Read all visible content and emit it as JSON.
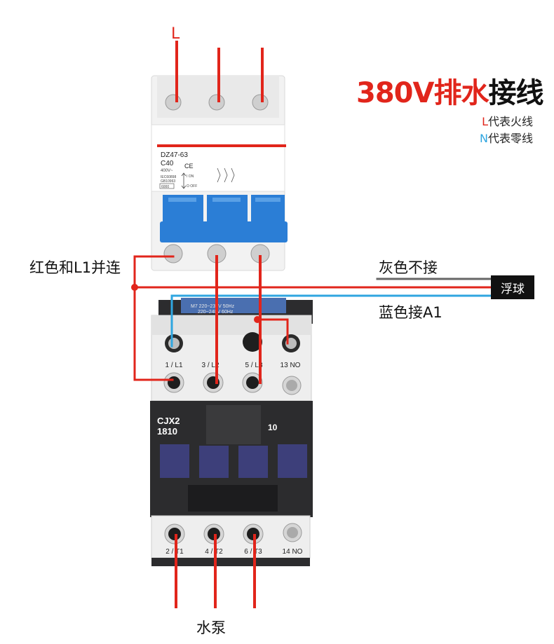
{
  "title": {
    "voltage": "380V",
    "action": "排水",
    "suffix": "接线"
  },
  "legend": {
    "l_letter": "L",
    "l_text": "代表火线",
    "n_letter": "N",
    "n_text": "代表零线"
  },
  "labels": {
    "top_l": "L",
    "red_parallel": "红色和L1并连",
    "gray_no_connect": "灰色不接",
    "float_switch": "浮球",
    "blue_a1": "蓝色接A1",
    "pump": "水泵"
  },
  "breaker": {
    "model": "DZ47-63",
    "rating": "C40",
    "voltage": "400V~",
    "standard1": "IEC60898",
    "standard2": "GB10963",
    "capacity": "6000",
    "on_label": "I ON",
    "off_label": "O OFF",
    "ce": "CE"
  },
  "contactor": {
    "coil_text": "M7 220~230V 50Hz",
    "coil_text2": "220~240V 60Hz",
    "top_terminals": [
      "1 / L1",
      "3 / L2",
      "5 / L3",
      "13 NO"
    ],
    "bottom_terminals": [
      "2 / T1",
      "4 / T2",
      "6 / T3",
      "14 NO"
    ],
    "model": "CJX2",
    "series": "1810",
    "contact_code": "10"
  },
  "colors": {
    "red": "#e1251b",
    "blue": "#2fa6e0",
    "gray": "#666666",
    "breaker_blue": "#2b7ed6",
    "contactor_body": "#2c2c2e"
  }
}
